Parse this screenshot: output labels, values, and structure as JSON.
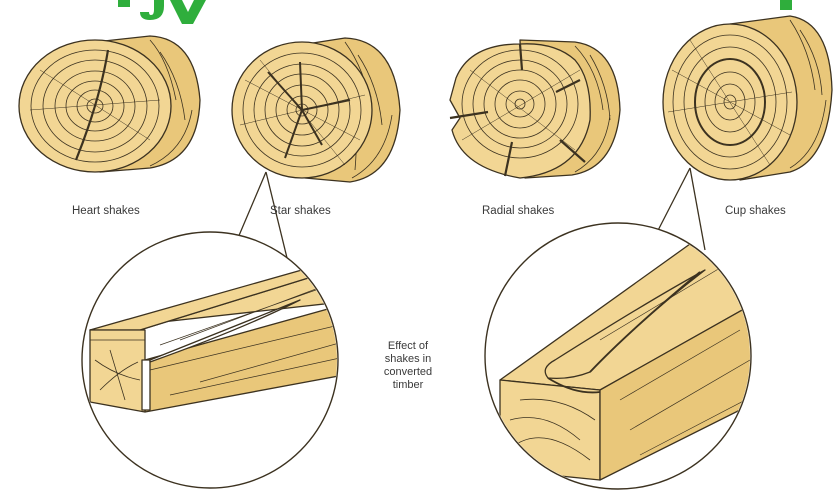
{
  "labels": {
    "heart": "Heart shakes",
    "star": "Star shakes",
    "radial": "Radial shakes",
    "cup": "Cup shakes"
  },
  "effect_note": [
    "Effect of",
    "shakes in",
    "converted",
    "timber"
  ],
  "colors": {
    "wood": "#f2d694",
    "wood_dark": "#e9c77a",
    "outline": "#3c3220",
    "green_title": "#2fae3c",
    "text": "#3a3a3a"
  }
}
